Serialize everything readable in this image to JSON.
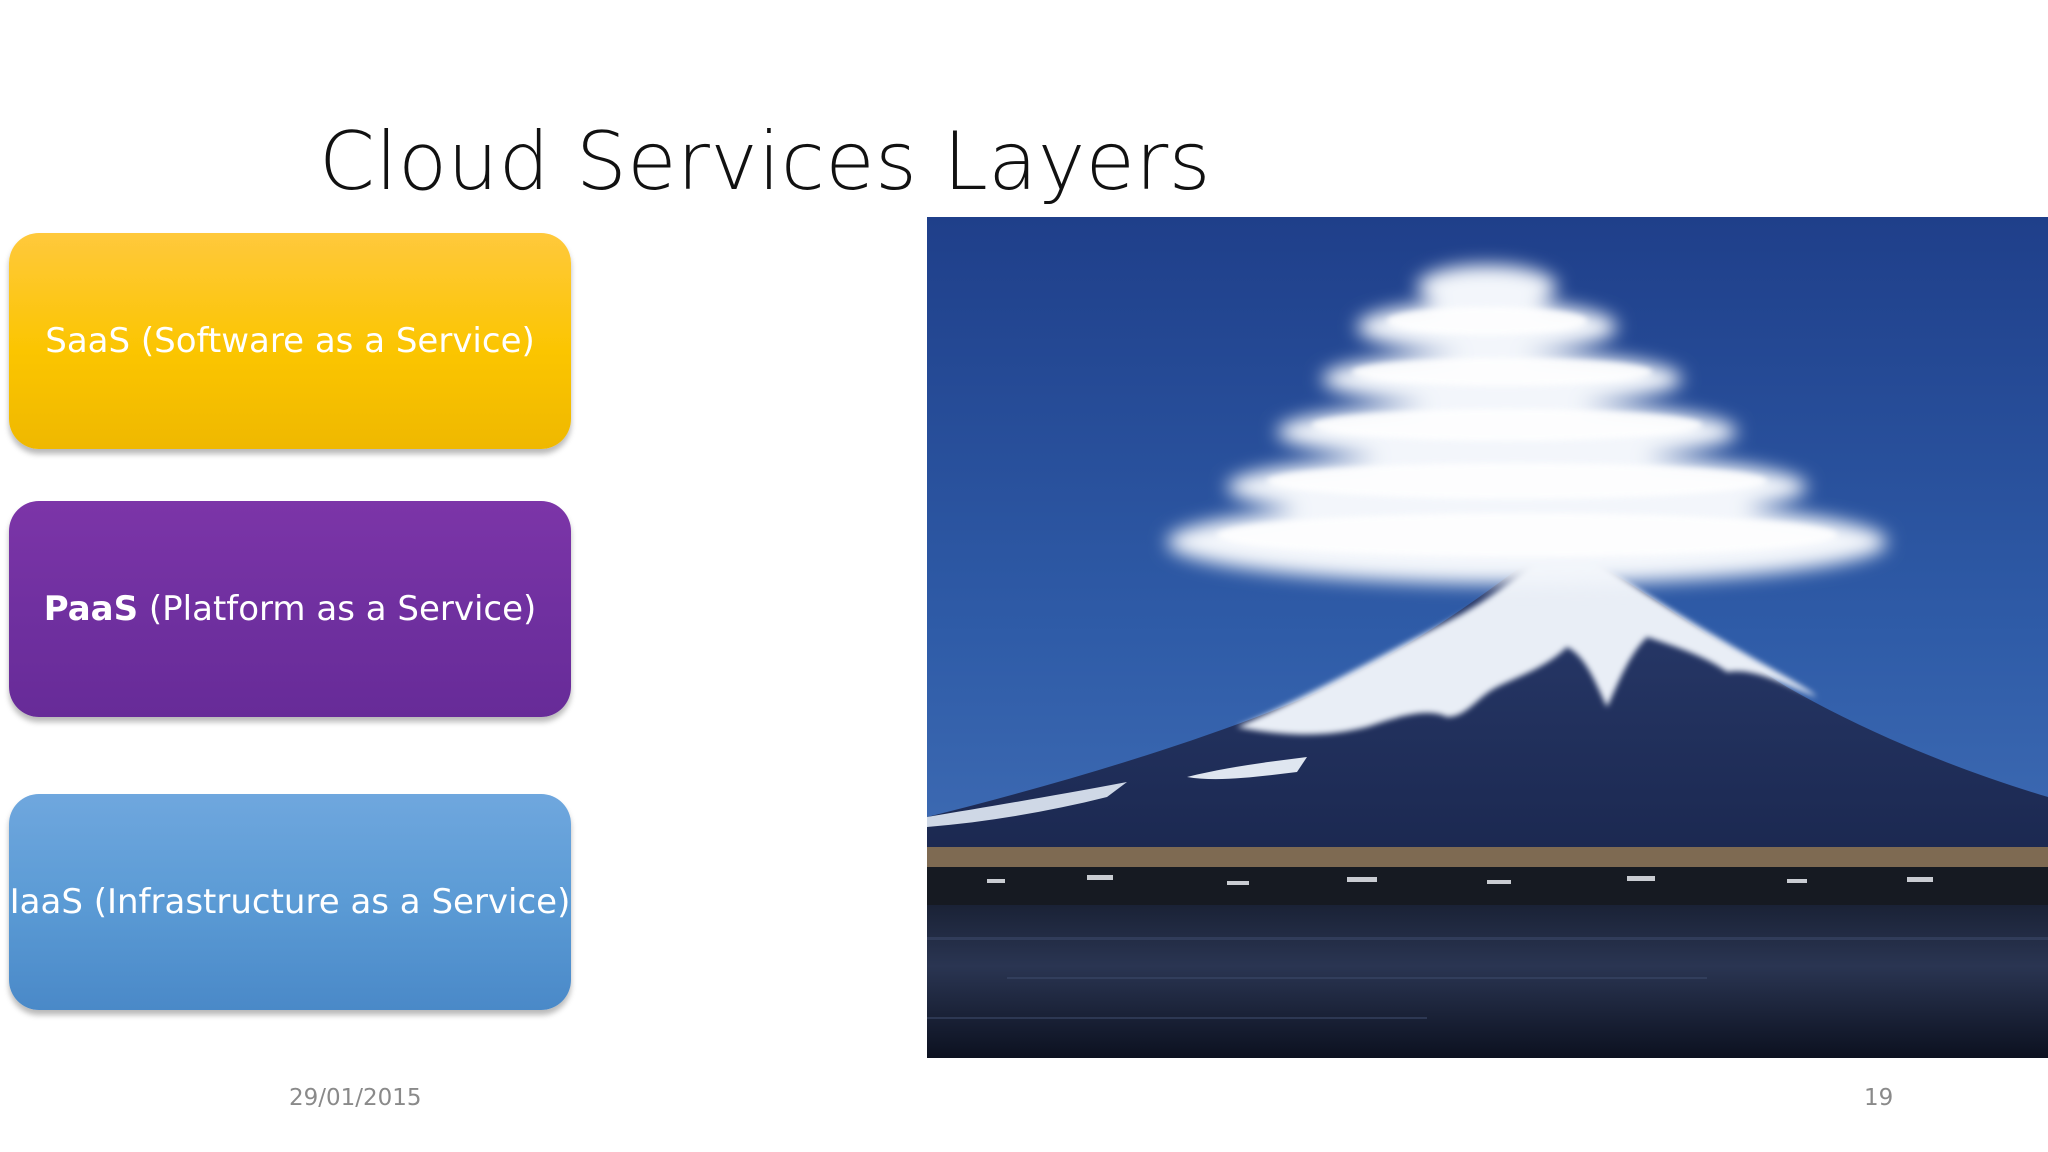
{
  "slide": {
    "title": "Cloud Services Layers",
    "layers": [
      {
        "abbr": "SaaS",
        "rest": " (Software as a Service)",
        "color": "#fbc500"
      },
      {
        "abbr": "PaaS",
        "rest": " (Platform as a Service)",
        "color": "#7030a0"
      },
      {
        "abbr": "IaaS",
        "rest": " (Infrastructure as a Service)",
        "color": "#5b9bd5"
      }
    ],
    "image": {
      "subject": "mountain-with-lenticular-cloud"
    },
    "footer": {
      "date": "29/01/2015",
      "page_number": "19"
    }
  }
}
